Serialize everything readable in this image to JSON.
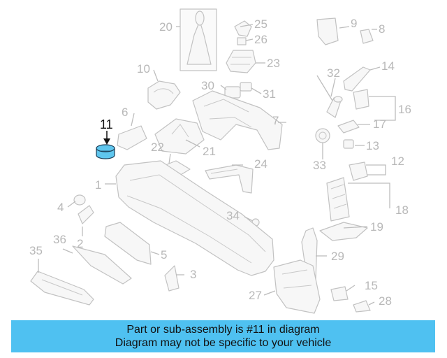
{
  "callouts": {
    "c1": "1",
    "c2": "2",
    "c3": "3",
    "c4": "4",
    "c5": "5",
    "c6": "6",
    "c7": "7",
    "c8": "8",
    "c9": "9",
    "c10": "10",
    "c11": "11",
    "c12": "12",
    "c13": "13",
    "c14": "14",
    "c15": "15",
    "c16": "16",
    "c17": "17",
    "c18": "18",
    "c19": "19",
    "c20": "20",
    "c21": "21",
    "c22": "22",
    "c23": "23",
    "c24": "24",
    "c25": "25",
    "c26": "26",
    "c27": "27",
    "c28": "28",
    "c29": "29",
    "c30": "30",
    "c31": "31",
    "c32": "32",
    "c33": "33",
    "c34": "34",
    "c35": "35",
    "c36": "36"
  },
  "highlight": {
    "part_number": "11",
    "color": "#5fc6ee"
  },
  "footer": {
    "line1": "Part or sub-assembly is #11 in diagram",
    "line2": "Diagram may not be specific to your vehicle",
    "background": "#4fc1f1"
  }
}
